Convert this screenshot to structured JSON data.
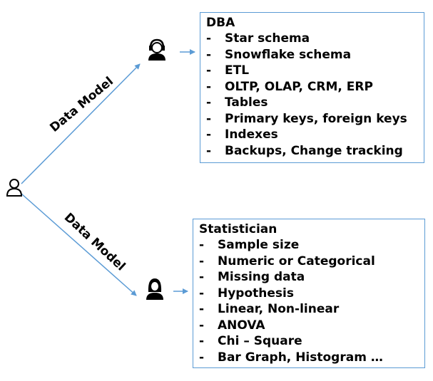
{
  "colors": {
    "connector": "#5b9bd5",
    "box_border": "#5b9bd5"
  },
  "icons": {
    "root": "person-outline-icon",
    "dba": "person-headset-icon",
    "statistician": "person-long-hair-icon"
  },
  "edges": {
    "top_label": "Data Model",
    "bottom_label": "Data Model"
  },
  "dba": {
    "title": "DBA",
    "items": [
      {
        "bullet": "-",
        "text": "Star schema"
      },
      {
        "bullet": "-",
        "text": "Snowflake schema"
      },
      {
        "bullet": "-",
        "text": "ETL"
      },
      {
        "bullet": "-",
        "text": "OLTP, OLAP, CRM, ERP"
      },
      {
        "bullet": "-",
        "text": "Tables"
      },
      {
        "bullet": "-",
        "text": "Primary keys, foreign keys"
      },
      {
        "bullet": "-",
        "text": "Indexes"
      },
      {
        "bullet": "-",
        "text": "Backups, Change tracking"
      }
    ]
  },
  "statistician": {
    "title": "Statistician",
    "items": [
      {
        "bullet": "-",
        "text": "Sample size"
      },
      {
        "bullet": "-",
        "text": "Numeric or Categorical"
      },
      {
        "bullet": "-",
        "text": "Missing data"
      },
      {
        "bullet": "-",
        "text": "Hypothesis"
      },
      {
        "bullet": "-",
        "text": "Linear, Non-linear"
      },
      {
        "bullet": "-",
        "text": "ANOVA"
      },
      {
        "bullet": "-",
        "text": "Chi – Square"
      },
      {
        "bullet": "-",
        "text": "Bar Graph, Histogram …"
      }
    ]
  }
}
